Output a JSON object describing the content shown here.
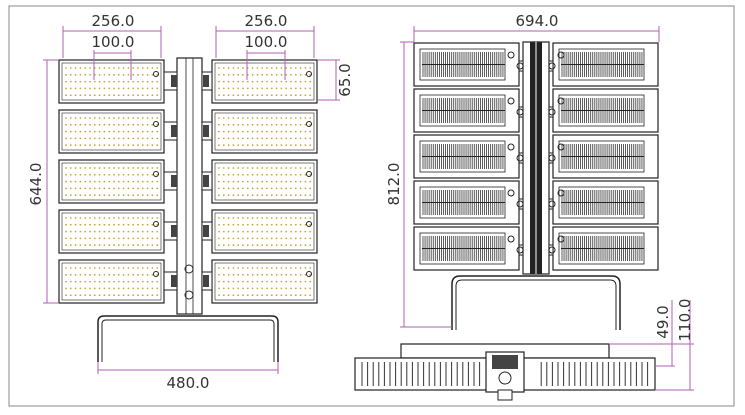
{
  "diagram": {
    "colors": {
      "frame": "#8a8a8a",
      "outline": "#222222",
      "dimension_line": "#b05fb0",
      "led_dot": "#c9a640",
      "fin": "#333333",
      "text": "#333333"
    },
    "front_view": {
      "panel_width": "256.0",
      "led_spacing": "100.0",
      "panel_height": "65.0",
      "total_height": "644.0",
      "bracket_width": "480.0",
      "panel_count": 10
    },
    "back_view": {
      "total_width": "694.0",
      "total_height": "812.0",
      "panel_count": 10
    },
    "side_view": {
      "depth_small": "49.0",
      "depth_large": "110.0"
    }
  }
}
